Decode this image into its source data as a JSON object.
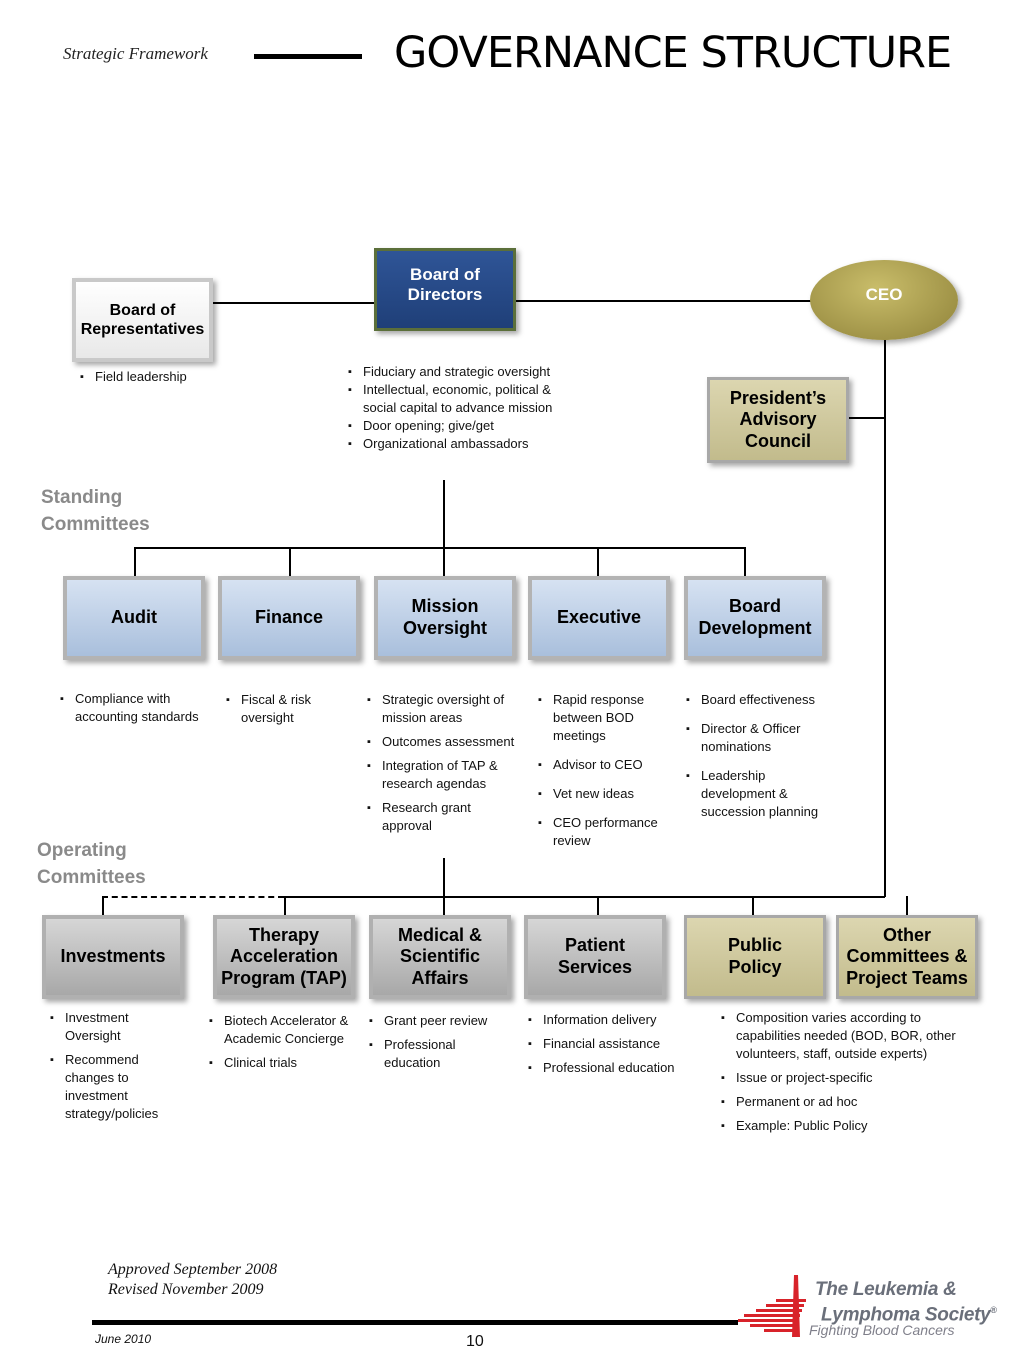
{
  "header": {
    "framework_label": "Strategic Framework",
    "title": "GOVERNANCE STRUCTURE"
  },
  "top": {
    "board_of_representatives": {
      "line1": "Board of",
      "line2": "Representatives",
      "bullets": [
        "Field leadership"
      ]
    },
    "board_of_directors": {
      "line1": "Board of",
      "line2": "Directors",
      "bullets": [
        "Fiduciary and strategic oversight",
        "Intellectual, economic, political & social capital to advance mission",
        "Door opening; give/get",
        "Organizational ambassadors"
      ]
    },
    "ceo": {
      "label": "CEO"
    },
    "presidents_council": {
      "line1": "President’s",
      "line2": "Advisory",
      "line3": "Council"
    }
  },
  "standing": {
    "section_line1": "Standing",
    "section_line2": "Committees",
    "committees": [
      {
        "line1": "Audit",
        "line2": "",
        "bullets": [
          "Compliance with accounting standards"
        ]
      },
      {
        "line1": "Finance",
        "line2": "",
        "bullets": [
          "Fiscal & risk oversight"
        ]
      },
      {
        "line1": "Mission",
        "line2": "Oversight",
        "bullets": [
          "Strategic oversight of mission areas",
          "Outcomes assessment",
          "Integration of TAP & research agendas",
          "Research grant approval"
        ]
      },
      {
        "line1": "Executive",
        "line2": "",
        "bullets": [
          "Rapid response between BOD meetings",
          "Advisor to CEO",
          "Vet new ideas",
          "CEO performance review"
        ]
      },
      {
        "line1": "Board",
        "line2": "Development",
        "bullets": [
          "Board effectiveness",
          "Director & Officer nominations",
          "Leadership development & succession planning"
        ]
      }
    ]
  },
  "operating": {
    "section_line1": "Operating",
    "section_line2": "Committees",
    "committees": [
      {
        "line1": "Investments",
        "line2": "",
        "line3": "",
        "bullets": [
          "Investment Oversight",
          "Recommend changes to investment strategy/policies"
        ]
      },
      {
        "line1": "Therapy",
        "line2": "Acceleration",
        "line3": "Program (TAP)",
        "bullets": [
          "Biotech  Accelerator & Academic Concierge",
          "Clinical trials"
        ]
      },
      {
        "line1": "Medical &",
        "line2": "Scientific",
        "line3": "Affairs",
        "bullets": [
          "Grant peer review",
          "Professional education"
        ]
      },
      {
        "line1": "Patient",
        "line2": "Services",
        "line3": "",
        "bullets": [
          "Information delivery",
          "Financial assistance",
          "Professional education"
        ]
      },
      {
        "line1": "Public",
        "line2": "Policy",
        "line3": "",
        "bullets": []
      },
      {
        "line1": "Other",
        "line2": "Committees &",
        "line3": "Project Teams",
        "bullets": [
          "Composition varies according to capabilities needed (BOD, BOR, other volunteers, staff, outside experts)",
          "Issue or project-specific",
          "Permanent or ad hoc",
          "Example: Public Policy"
        ]
      }
    ]
  },
  "footer": {
    "approved": "Approved September 2008",
    "revised": "Revised November 2009",
    "date": "June 2010",
    "page_number": "10",
    "logo_line1": "The Leukemia &",
    "logo_line2": "Lymphoma Society",
    "logo_registered": "®",
    "logo_tagline": "Fighting Blood Cancers"
  },
  "colors": {
    "navy_box": "#2f5597",
    "ceo_oval": "#a89a4e",
    "khaki_box": "#d2cba0",
    "blue_box": "#bccde6",
    "gray_box": "#bfbfbf",
    "section_label": "#8a8a8a",
    "logo_red": "#d8232a"
  }
}
